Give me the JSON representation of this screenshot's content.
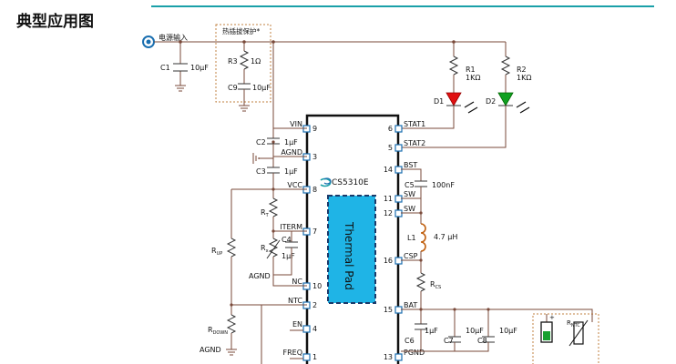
{
  "title": "典型应用图",
  "power_input_label": "电源输入",
  "hot_plug_label": "热插拔保护*",
  "chip_name": "CS5310E",
  "thermal_pad_label": "Thermal Pad",
  "colors": {
    "accent": "#1aa0a8",
    "pad": "#1fb4e6",
    "led_red": "#e01010",
    "led_green": "#10a020",
    "wire": "#7a4a3a",
    "pin": "#1a6fb0"
  },
  "left_pins": [
    {
      "name": "VIN",
      "num": "9"
    },
    {
      "name": "AGND",
      "num": "3"
    },
    {
      "name": "VCC",
      "num": "8"
    },
    {
      "name": "ITERM",
      "num": "7"
    },
    {
      "name": "NC",
      "num": "10"
    },
    {
      "name": "NTC",
      "num": "2"
    },
    {
      "name": "EN",
      "num": "4"
    },
    {
      "name": "FREQ",
      "num": "1"
    }
  ],
  "right_pins": [
    {
      "name": "STAT1",
      "num": "6"
    },
    {
      "name": "STAT2",
      "num": "5"
    },
    {
      "name": "BST",
      "num": "14"
    },
    {
      "name": "SW",
      "num": "11"
    },
    {
      "name": "SW",
      "num": "12"
    },
    {
      "name": "CSP",
      "num": "16"
    },
    {
      "name": "BAT",
      "num": "15"
    },
    {
      "name": "PGND",
      "num": "13"
    }
  ],
  "components": {
    "c1": {
      "ref": "C1",
      "value": "10μF"
    },
    "r3": {
      "ref": "R3",
      "value": "1Ω"
    },
    "c9": {
      "ref": "C9",
      "value": "10μF"
    },
    "r1": {
      "ref": "R1",
      "value": "1KΩ"
    },
    "r2": {
      "ref": "R2",
      "value": "1KΩ"
    },
    "d1": {
      "ref": "D1"
    },
    "d2": {
      "ref": "D2"
    },
    "c2": {
      "ref": "C2",
      "value": "1μF"
    },
    "c3": {
      "ref": "C3",
      "value": "1μF"
    },
    "r_t": {
      "ref": "R",
      "sub": "T"
    },
    "r_x": {
      "ref": "R",
      "sub": "x"
    },
    "c4": {
      "ref": "C4",
      "value": "1μF"
    },
    "r_up": {
      "ref": "R",
      "sub": "UP"
    },
    "r_down": {
      "ref": "R",
      "sub": "DOWN"
    },
    "c5": {
      "ref": "C5",
      "value": "100nF"
    },
    "l1": {
      "ref": "L1",
      "value": "4.7 μH"
    },
    "r_cs": {
      "ref": "R",
      "sub": "CS"
    },
    "c6": {
      "ref": "C6",
      "value": "1μF"
    },
    "c7": {
      "ref": "C7",
      "value": "10μF"
    },
    "c8": {
      "ref": "C8",
      "value": "10μF"
    },
    "r_ntc": {
      "ref": "R",
      "sub": "NTC"
    },
    "bat_plus": "+"
  },
  "agnd_labels": [
    "AGND",
    "AGND"
  ]
}
